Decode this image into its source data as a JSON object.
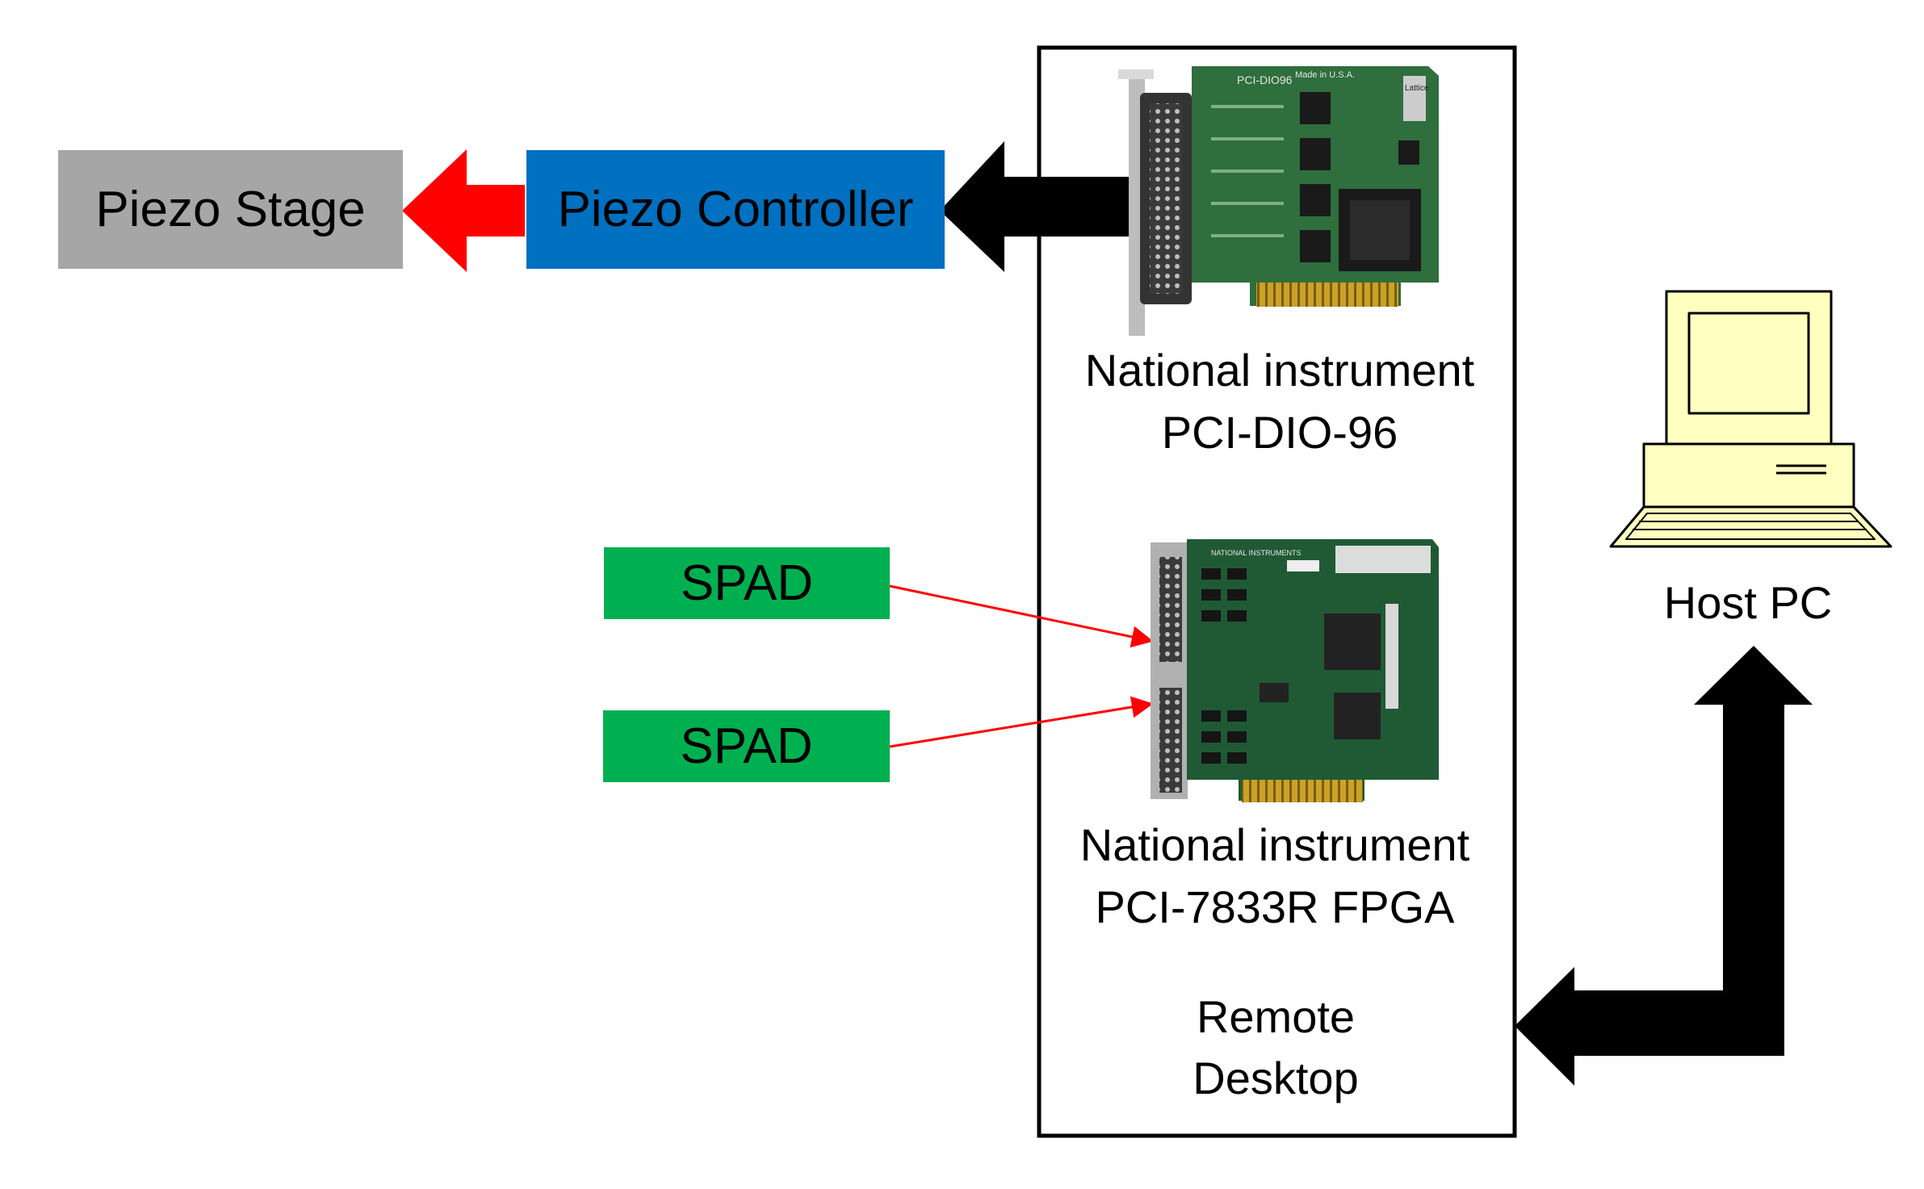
{
  "colors": {
    "stage_fill": "#a6a6a6",
    "controller_fill": "#0070c0",
    "spad_fill": "#00b050",
    "red_arrow": "#ff0000",
    "signal_line": "#ff0000",
    "thick_arrow": "#000000",
    "frame_border": "#000000",
    "pc_fill": "#ffffc0",
    "board_pcb": "#1f5a35"
  },
  "nodes": {
    "piezo_stage": "Piezo Stage",
    "piezo_controller": "Piezo Controller",
    "spad_top": "SPAD",
    "spad_bottom": "SPAD"
  },
  "labels": {
    "dio_board": {
      "line1": "National instrument",
      "line2": "PCI-DIO-96"
    },
    "fpga_board": {
      "line1": "National instrument",
      "line2": "PCI-7833R FPGA"
    },
    "remote_desktop": {
      "line1": "Remote",
      "line2": "Desktop"
    },
    "host_pc": "Host PC"
  },
  "board_print": {
    "dio_model": "PCI-DIO96",
    "dio_origin": "Made in U.S.A.",
    "dio_chip_brand": "Lattice",
    "fpga_brand": "NATIONAL INSTRUMENTS"
  },
  "icons": {
    "computer": "desktop-computer-icon",
    "dio_card": "pci-card-icon",
    "fpga_card": "fpga-card-icon"
  }
}
